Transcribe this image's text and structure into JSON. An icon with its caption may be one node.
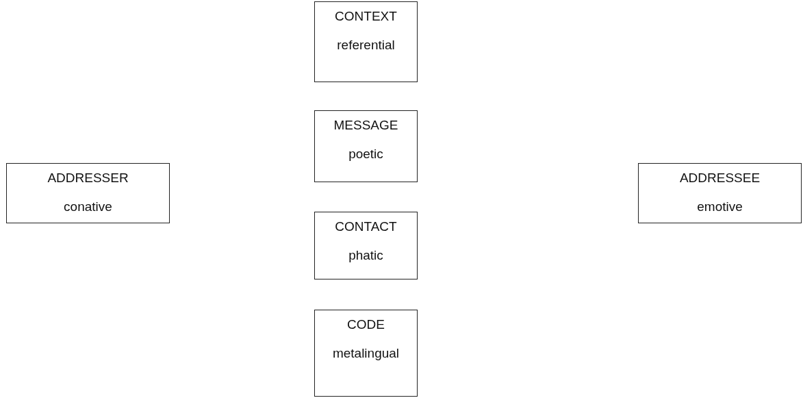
{
  "diagram": {
    "nodes": [
      {
        "text": [
          "CONTEXT",
          "referential"
        ]
      },
      {
        "text": [
          "MESSAGE",
          "poetic"
        ]
      },
      {
        "text": [
          "ADDRESSER",
          "conative"
        ]
      },
      {
        "text": [
          "ADDRESSEE",
          "emotive"
        ]
      },
      {
        "text": [
          "CONTACT",
          "phatic"
        ]
      },
      {
        "text": [
          "CODE",
          "metalingual"
        ]
      }
    ]
  }
}
